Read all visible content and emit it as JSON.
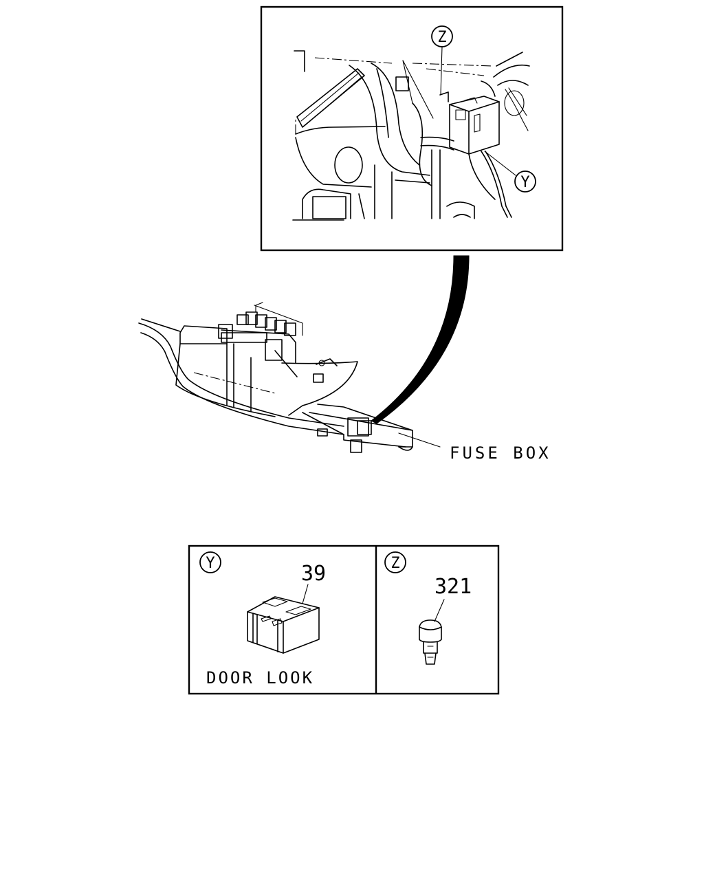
{
  "colors": {
    "ink": "#000000",
    "paper": "#ffffff"
  },
  "callouts": {
    "y": "Y",
    "z": "Z"
  },
  "labels": {
    "fuse_box": "FUSE BOX",
    "door_lock": "DOOR LOOK"
  },
  "parts": {
    "part_39": "39",
    "part_321": "321"
  },
  "icons": {
    "connector": "door-lock-connector-icon",
    "clip": "harness-clip-icon"
  }
}
